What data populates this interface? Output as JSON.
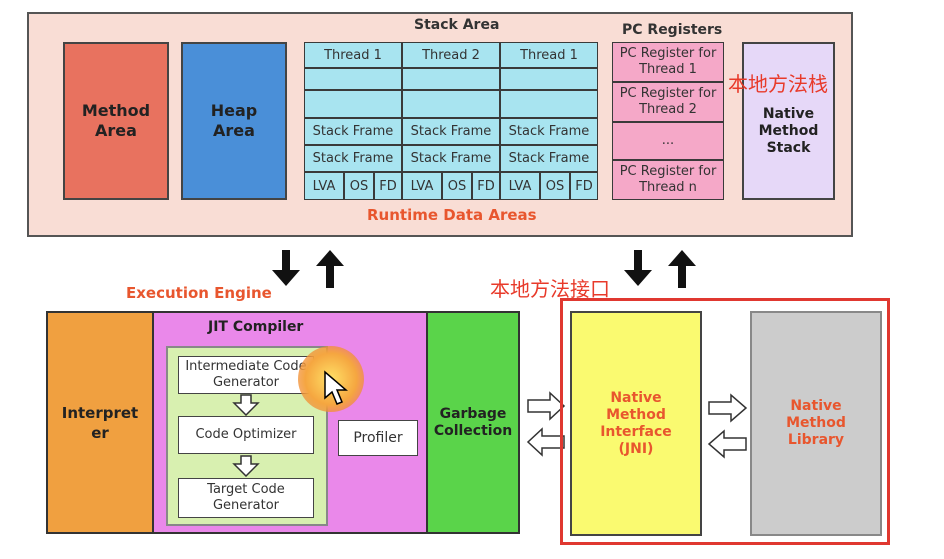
{
  "runtime": {
    "label": "Runtime Data Areas",
    "method_area": "Method\nArea",
    "heap_area": "Heap\nArea",
    "stack_area": {
      "title": "Stack Area",
      "threads": [
        "Thread 1",
        "Thread 2",
        "Thread 1"
      ],
      "stack_frame": "Stack Frame",
      "locals": [
        "LVA",
        "OS",
        "FD"
      ]
    },
    "pc_registers": {
      "title": "PC Registers",
      "items": [
        "PC Register for Thread 1",
        "PC Register for Thread 2",
        "...",
        "PC Register for Thread n"
      ]
    },
    "native_method_stack": "Native\nMethod\nStack",
    "native_method_stack_cn": "本地方法栈"
  },
  "engine": {
    "label": "Execution Engine",
    "interpreter": "Interpret\ner",
    "jit": {
      "title": "JIT Compiler",
      "steps": [
        "Intermediate Code Generator",
        "Code Optimizer",
        "Target Code Generator"
      ],
      "profiler": "Profiler"
    },
    "gc": "Garbage\nCollection"
  },
  "native": {
    "interface_cn": "本地方法接口",
    "jni": "Native\nMethod\nInterface\n(JNI)",
    "library": "Native\nMethod\nLibrary"
  },
  "colors": {
    "runtime_bg": "#f9ddd5",
    "method_area": "#e8725f",
    "heap_area": "#4a8fd8",
    "stack_cell": "#a8e4f0",
    "pc_register": "#f5a8c8",
    "native_stack": "#e6d8f8",
    "interpreter": "#f0a040",
    "jit": "#ea88ea",
    "gc": "#5ad44a",
    "jni": "#fafa70",
    "library": "#cccccc",
    "highlight_red": "#e03830"
  }
}
